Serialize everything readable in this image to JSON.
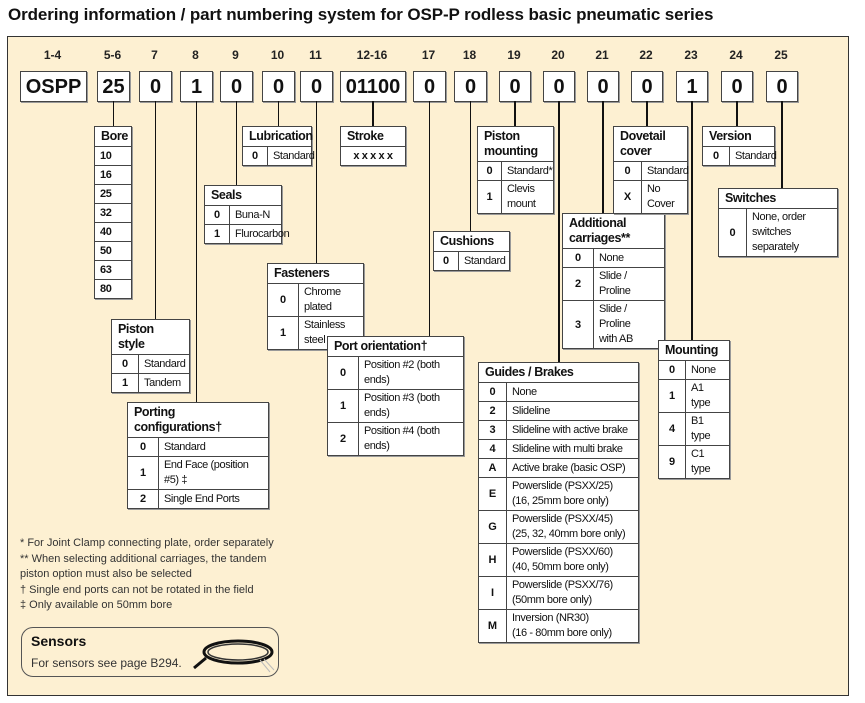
{
  "title": "Ordering information / part numbering system for OSP-P rodless basic pneumatic series",
  "fields": [
    {
      "pos": "1-4",
      "code": "OSPP"
    },
    {
      "pos": "5-6",
      "code": "25"
    },
    {
      "pos": "7",
      "code": "0"
    },
    {
      "pos": "8",
      "code": "1"
    },
    {
      "pos": "9",
      "code": "0"
    },
    {
      "pos": "10",
      "code": "0"
    },
    {
      "pos": "11",
      "code": "0"
    },
    {
      "pos": "12-16",
      "code": "01100"
    },
    {
      "pos": "17",
      "code": "0"
    },
    {
      "pos": "18",
      "code": "0"
    },
    {
      "pos": "19",
      "code": "0"
    },
    {
      "pos": "20",
      "code": "0"
    },
    {
      "pos": "21",
      "code": "0"
    },
    {
      "pos": "22",
      "code": "0"
    },
    {
      "pos": "23",
      "code": "1"
    },
    {
      "pos": "24",
      "code": "0"
    },
    {
      "pos": "25",
      "code": "0"
    }
  ],
  "tables": [
    {
      "field": 1,
      "title": "Bore",
      "rows": [
        {
          "d": "10"
        },
        {
          "d": "16"
        },
        {
          "d": "25"
        },
        {
          "d": "32"
        },
        {
          "d": "40"
        },
        {
          "d": "50"
        },
        {
          "d": "63"
        },
        {
          "d": "80"
        }
      ]
    },
    {
      "field": 2,
      "title": "Piston style",
      "rows": [
        {
          "c": "0",
          "d": "Standard"
        },
        {
          "c": "1",
          "d": "Tandem"
        }
      ]
    },
    {
      "field": 3,
      "title": "Porting configurations†",
      "rows": [
        {
          "c": "0",
          "d": "Standard"
        },
        {
          "c": "1",
          "d": "End Face (position #5) ‡"
        },
        {
          "c": "2",
          "d": "Single End Ports"
        }
      ]
    },
    {
      "field": 4,
      "title": "Seals",
      "rows": [
        {
          "c": "0",
          "d": "Buna-N"
        },
        {
          "c": "1",
          "d": "Flurocarbon"
        }
      ]
    },
    {
      "field": 5,
      "title": "Lubrication",
      "rows": [
        {
          "c": "0",
          "d": "Standard"
        }
      ]
    },
    {
      "field": 6,
      "title": "Fasteners",
      "rows": [
        {
          "c": "0",
          "d": "Chrome plated"
        },
        {
          "c": "1",
          "d": "Stainless steel"
        }
      ]
    },
    {
      "field": 7,
      "title": "Stroke",
      "rows": [
        {
          "d": "x x x x x"
        }
      ]
    },
    {
      "field": 8,
      "title": "Port orientation†",
      "rows": [
        {
          "c": "0",
          "d": "Position #2 (both ends)"
        },
        {
          "c": "1",
          "d": "Position #3 (both ends)"
        },
        {
          "c": "2",
          "d": "Position #4 (both ends)"
        }
      ]
    },
    {
      "field": 9,
      "title": "Cushions",
      "rows": [
        {
          "c": "0",
          "d": "Standard"
        }
      ]
    },
    {
      "field": 10,
      "title": "Piston\nmounting",
      "rows": [
        {
          "c": "0",
          "d": "Standard*"
        },
        {
          "c": "1",
          "d": "Clevis\nmount"
        }
      ]
    },
    {
      "field": 11,
      "title": "Guides / Brakes",
      "rows": [
        {
          "c": "0",
          "d": "None"
        },
        {
          "c": "2",
          "d": "Slideline"
        },
        {
          "c": "3",
          "d": "Slideline with active brake"
        },
        {
          "c": "4",
          "d": "Slideline with multi brake"
        },
        {
          "c": "A",
          "d": "Active brake (basic OSP)"
        },
        {
          "c": "E",
          "d": "Powerslide (PSXX/25)\n(16, 25mm bore only)"
        },
        {
          "c": "G",
          "d": "Powerslide (PSXX/45)\n(25, 32, 40mm bore only)"
        },
        {
          "c": "H",
          "d": "Powerslide (PSXX/60)\n(40, 50mm bore only)"
        },
        {
          "c": "I",
          "d": "Powerslide (PSXX/76)\n(50mm bore only)"
        },
        {
          "c": "M",
          "d": "Inversion (NR30)\n(16 - 80mm bore only)"
        }
      ]
    },
    {
      "field": 12,
      "title": "Additional\ncarriages**",
      "rows": [
        {
          "c": "0",
          "d": "None"
        },
        {
          "c": "2",
          "d": "Slide / Proline"
        },
        {
          "c": "3",
          "d": "Slide / Proline\nwith AB"
        }
      ]
    },
    {
      "field": 13,
      "title": "Dovetail\ncover",
      "rows": [
        {
          "c": "0",
          "d": "Standard"
        },
        {
          "c": "X",
          "d": "No Cover"
        }
      ]
    },
    {
      "field": 14,
      "title": "Mounting",
      "rows": [
        {
          "c": "0",
          "d": "None"
        },
        {
          "c": "1",
          "d": "A1 type"
        },
        {
          "c": "4",
          "d": "B1 type"
        },
        {
          "c": "9",
          "d": "C1 type"
        }
      ]
    },
    {
      "field": 15,
      "title": "Version",
      "rows": [
        {
          "c": "0",
          "d": "Standard"
        }
      ]
    },
    {
      "field": 16,
      "title": "Switches",
      "rows": [
        {
          "c": "0",
          "d": "None, order\nswitches separately"
        }
      ]
    }
  ],
  "notes": [
    "*  For Joint Clamp connecting plate, order separately",
    "** When selecting additional carriages, the tandem\n    piston option must also be selected",
    "† Single end ports can not be rotated in the field",
    "‡ Only available on 50mm bore"
  ],
  "sensors": {
    "title": "Sensors",
    "text": "For sensors see page B294."
  }
}
